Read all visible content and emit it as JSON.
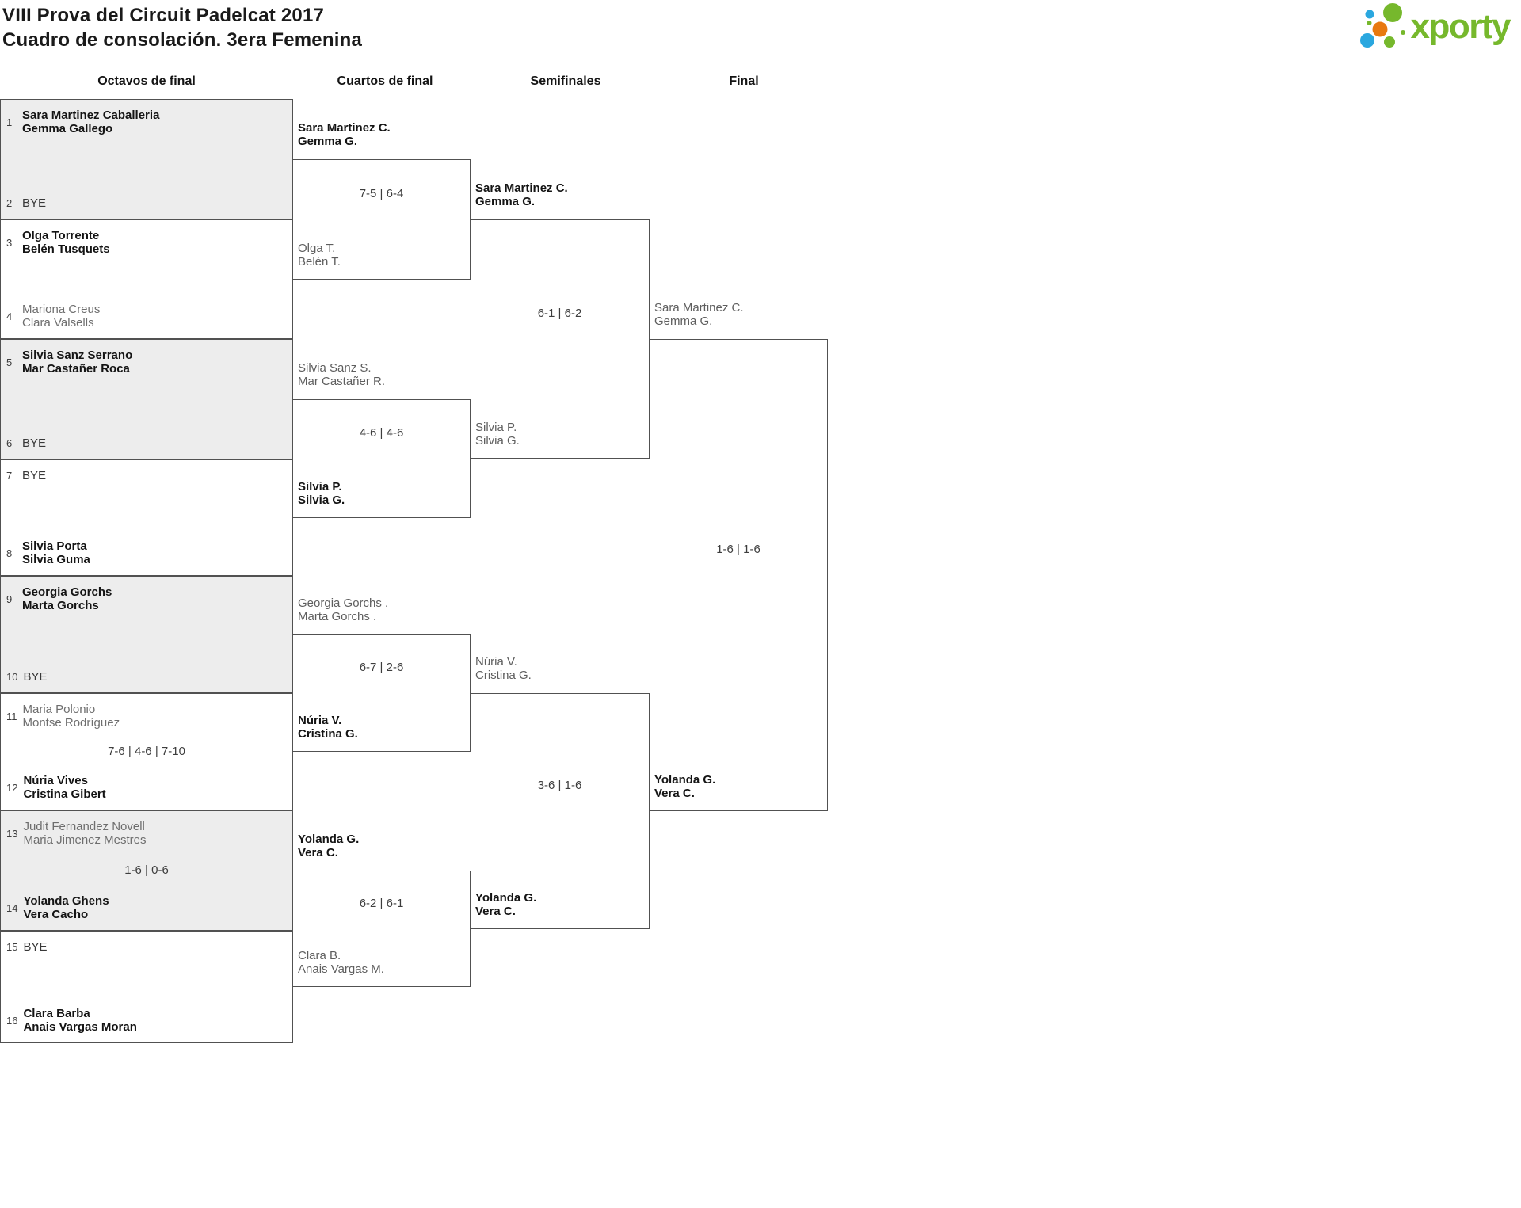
{
  "title": {
    "line1": "VIII Prova del Circuit Padelcat 2017",
    "line2": "Cuadro de consolación. 3era Femenina"
  },
  "logo": {
    "text": "xporty",
    "colors": {
      "green": "#76b82c",
      "blue": "#2aa7df",
      "orange": "#e8790f"
    }
  },
  "colors": {
    "line": "#515151",
    "shaded_box": "#ededed",
    "winner_text": "#141414",
    "loser_text": "#6e6e6e"
  },
  "columns": [
    "Octavos de final",
    "Cuartos de final",
    "Semifinales",
    "Final"
  ],
  "octavos": [
    {
      "shaded": true,
      "score": "",
      "top": {
        "seed": "1",
        "lines": [
          "Sara Martinez Caballeria",
          "Gemma Gallego"
        ],
        "style": "winner"
      },
      "bottom": {
        "seed": "2",
        "lines": [
          "BYE"
        ],
        "style": "bye"
      }
    },
    {
      "shaded": false,
      "score": "",
      "top": {
        "seed": "3",
        "lines": [
          "Olga Torrente",
          "Belén Tusquets"
        ],
        "style": "winner"
      },
      "bottom": {
        "seed": "4",
        "lines": [
          "Mariona Creus",
          "Clara Valsells"
        ],
        "style": "loser"
      }
    },
    {
      "shaded": true,
      "score": "",
      "top": {
        "seed": "5",
        "lines": [
          "Silvia Sanz Serrano",
          "Mar Castañer Roca"
        ],
        "style": "winner"
      },
      "bottom": {
        "seed": "6",
        "lines": [
          "BYE"
        ],
        "style": "bye"
      }
    },
    {
      "shaded": false,
      "score": "",
      "top": {
        "seed": "7",
        "lines": [
          "BYE"
        ],
        "style": "bye"
      },
      "bottom": {
        "seed": "8",
        "lines": [
          "Silvia Porta",
          "Silvia Guma"
        ],
        "style": "winner"
      }
    },
    {
      "shaded": true,
      "score": "",
      "top": {
        "seed": "9",
        "lines": [
          "Georgia Gorchs",
          "Marta Gorchs"
        ],
        "style": "winner"
      },
      "bottom": {
        "seed": "10",
        "lines": [
          "BYE"
        ],
        "style": "bye"
      }
    },
    {
      "shaded": false,
      "score": "7-6 | 4-6 | 7-10",
      "top": {
        "seed": "11",
        "lines": [
          "Maria Polonio",
          "Montse Rodríguez"
        ],
        "style": "loser"
      },
      "bottom": {
        "seed": "12",
        "lines": [
          "Núria Vives",
          "Cristina Gibert"
        ],
        "style": "winner"
      }
    },
    {
      "shaded": true,
      "score": "1-6 | 0-6",
      "top": {
        "seed": "13",
        "lines": [
          "Judit Fernandez Novell",
          "Maria Jimenez Mestres"
        ],
        "style": "loser"
      },
      "bottom": {
        "seed": "14",
        "lines": [
          "Yolanda Ghens",
          "Vera Cacho"
        ],
        "style": "winner"
      }
    },
    {
      "shaded": false,
      "score": "",
      "top": {
        "seed": "15",
        "lines": [
          "BYE"
        ],
        "style": "bye"
      },
      "bottom": {
        "seed": "16",
        "lines": [
          "Clara Barba",
          "Anais Vargas Moran"
        ],
        "style": "winner"
      }
    }
  ],
  "cuartos": [
    {
      "score": "7-5 | 6-4",
      "top": {
        "lines": [
          "Sara Martinez C.",
          "Gemma G."
        ],
        "bold": true
      },
      "bottom": {
        "lines": [
          "Olga T.",
          "Belén T."
        ],
        "bold": false
      }
    },
    {
      "score": "4-6 | 4-6",
      "top": {
        "lines": [
          "Silvia Sanz S.",
          "Mar Castañer R."
        ],
        "bold": false
      },
      "bottom": {
        "lines": [
          "Silvia P.",
          "Silvia G."
        ],
        "bold": true
      }
    },
    {
      "score": "6-7 | 2-6",
      "top": {
        "lines": [
          "Georgia Gorchs .",
          "Marta Gorchs ."
        ],
        "bold": false
      },
      "bottom": {
        "lines": [
          "Núria V.",
          "Cristina G."
        ],
        "bold": true
      }
    },
    {
      "score": "6-2 | 6-1",
      "top": {
        "lines": [
          "Yolanda G.",
          "Vera C."
        ],
        "bold": true
      },
      "bottom": {
        "lines": [
          "Clara B.",
          "Anais Vargas M."
        ],
        "bold": false
      }
    }
  ],
  "semifinales": [
    {
      "score": "6-1 | 6-2",
      "top": {
        "lines": [
          "Sara Martinez C.",
          "Gemma G."
        ],
        "bold": true
      },
      "bottom": {
        "lines": [
          "Silvia P.",
          "Silvia G."
        ],
        "bold": false
      }
    },
    {
      "score": "3-6 | 1-6",
      "top": {
        "lines": [
          "Núria V.",
          "Cristina G."
        ],
        "bold": false
      },
      "bottom": {
        "lines": [
          "Yolanda G.",
          "Vera C."
        ],
        "bold": true
      }
    }
  ],
  "final": [
    {
      "score": "1-6 | 1-6",
      "top": {
        "lines": [
          "Sara Martinez C.",
          "Gemma G."
        ],
        "bold": false
      },
      "bottom": {
        "lines": [
          "Yolanda G.",
          "Vera C."
        ],
        "bold": true
      }
    }
  ]
}
